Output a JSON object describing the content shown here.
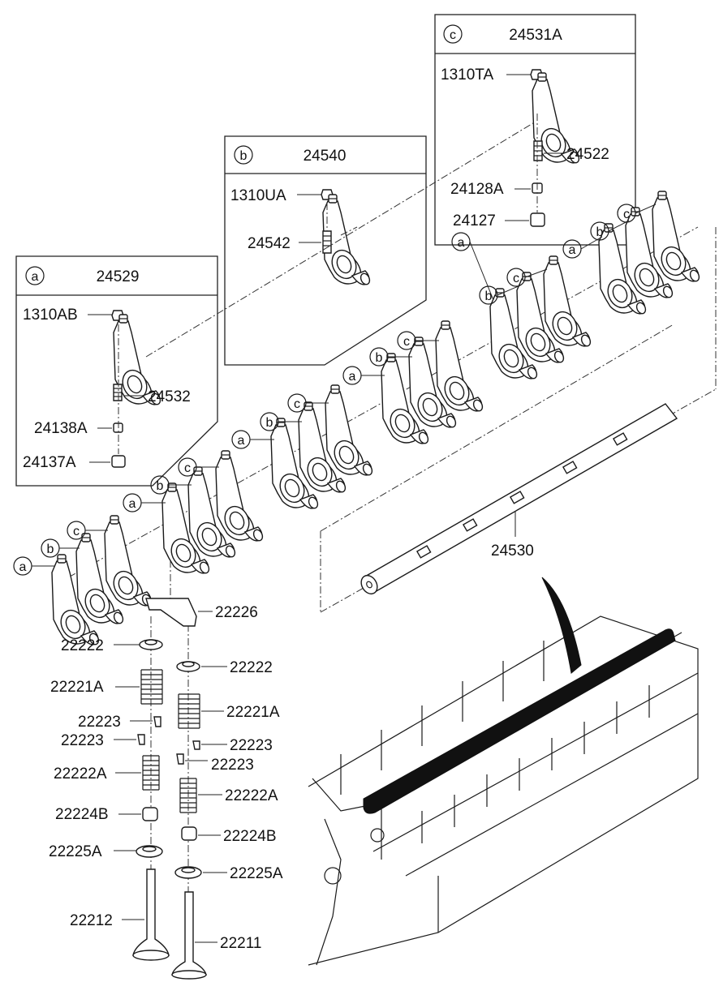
{
  "boxes": [
    {
      "letter": "a",
      "title": "24529",
      "parts": [
        "1310AB",
        "24532",
        "24138A",
        "24137A"
      ]
    },
    {
      "letter": "b",
      "title": "24540",
      "parts": [
        "1310UA",
        "24542"
      ]
    },
    {
      "letter": "c",
      "title": "24531A",
      "parts": [
        "1310TA",
        "24522",
        "24128A",
        "24127"
      ]
    }
  ],
  "rocker_letters": [
    "a",
    "b",
    "c"
  ],
  "shaft_label": "24530",
  "valve_labels": {
    "bridge": "22226",
    "seat_left": "22222",
    "seat_right": "22222",
    "outer_spring_left": "22221A",
    "outer_spring_right": "22221A",
    "key_1": "22223",
    "key_2": "22223",
    "key_3": "22223",
    "key_4": "22223",
    "inner_spring_left": "22222A",
    "inner_spring_right": "22222A",
    "seal_left": "22224B",
    "seal_right": "22224B",
    "retainer_left": "22225A",
    "retainer_right": "22225A",
    "valve_left": "22212",
    "valve_right": "22211"
  }
}
